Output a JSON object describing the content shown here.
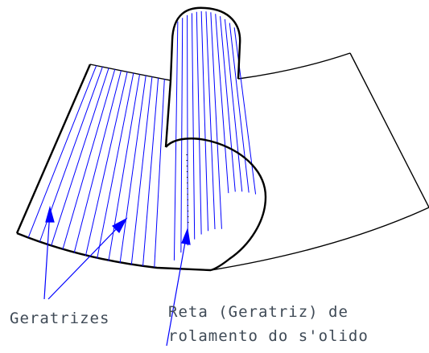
{
  "labels": {
    "geratrizes": "Geratrizes",
    "reta_line1": "Reta (Geratriz) de",
    "reta_line2": "rolamento do s'olido"
  },
  "colors": {
    "outline": "#000000",
    "generatrix": "#0000ff",
    "text": "#3f4a56",
    "background": "#ffffff"
  },
  "icons": {
    "arrowhead": "filled-triangle-arrow-icon"
  }
}
